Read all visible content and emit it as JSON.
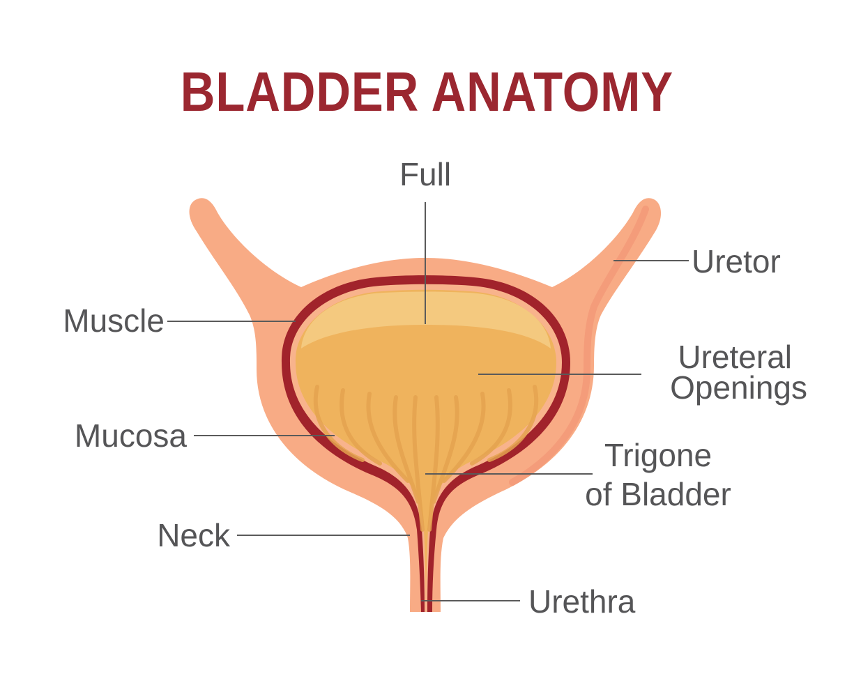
{
  "title": "BLADDER ANATOMY",
  "colors": {
    "title": "#9b2730",
    "label_text": "#555557",
    "leader_line": "#5a5a5a",
    "outer_wall": "#f8ab85",
    "outer_wall_edge": "#f49c7a",
    "muscle_layer": "#a1232b",
    "inner_wall": "#f8b38c",
    "lumen": "#efb35d",
    "lumen_highlight": "#f4c97f",
    "mucosa_folds": "#e5a350"
  },
  "labels": {
    "full": "Full",
    "uretor": "Uretor",
    "muscle": "Muscle",
    "ureteral_openings_line1": "Ureteral",
    "ureteral_openings_line2": "Openings",
    "mucosa": "Mucosa",
    "trigone_line1": "Trigone",
    "trigone_line2": "of Bladder",
    "neck": "Neck",
    "urethra": "Urethra"
  }
}
